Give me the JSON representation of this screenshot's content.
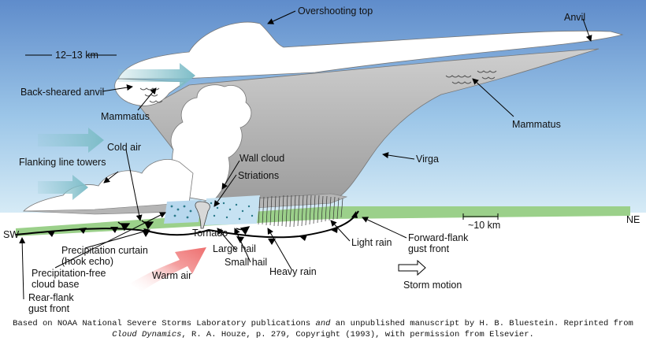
{
  "figure": {
    "labels": {
      "overshooting_top": "Overshooting top",
      "anvil": "Anvil",
      "scale_height": "12–13 km",
      "back_sheared_anvil": "Back-sheared anvil",
      "mammatus_left": "Mammatus",
      "mammatus_right": "Mammatus",
      "cold_air": "Cold air",
      "flanking_line_towers": "Flanking line towers",
      "wall_cloud": "Wall cloud",
      "striations": "Striations",
      "virga": "Virga",
      "scale_distance": "~10 km",
      "ne": "NE",
      "sw": "SW",
      "tornado": "Tornado",
      "precip_curtain_1": "Precipitation curtain",
      "precip_curtain_2": "(hook echo)",
      "precip_free_1": "Precipitation-free",
      "precip_free_2": "cloud base",
      "rear_flank_1": "Rear-flank",
      "rear_flank_2": "gust front",
      "warm_air": "Warm air",
      "large_hail": "Large hail",
      "small_hail": "Small hail",
      "heavy_rain": "Heavy rain",
      "light_rain": "Light rain",
      "forward_flank_1": "Forward-flank",
      "forward_flank_2": "gust front",
      "storm_motion": "Storm motion"
    },
    "colors": {
      "sky_top": "#5b86c7",
      "sky_bottom": "#cfe6f4",
      "ground": "#9bd08a",
      "cloud_grey": "#a9a9a9",
      "cloud_white": "#ffffff",
      "inflow_arrow": "#8fc6cf",
      "warm_arrow": "#f08080"
    }
  },
  "caption": {
    "line1_a": "Based on NOAA National Severe Storms Laboratory publications ",
    "line1_b": "and",
    "line1_c": " an unpublished manuscript by H. B. Bluestein. Reprinted from",
    "line2_title": "Cloud Dynamics",
    "line2_rest": ", R. A. Houze, p. 279, Copyright (1993), with permission from Elsevier."
  }
}
